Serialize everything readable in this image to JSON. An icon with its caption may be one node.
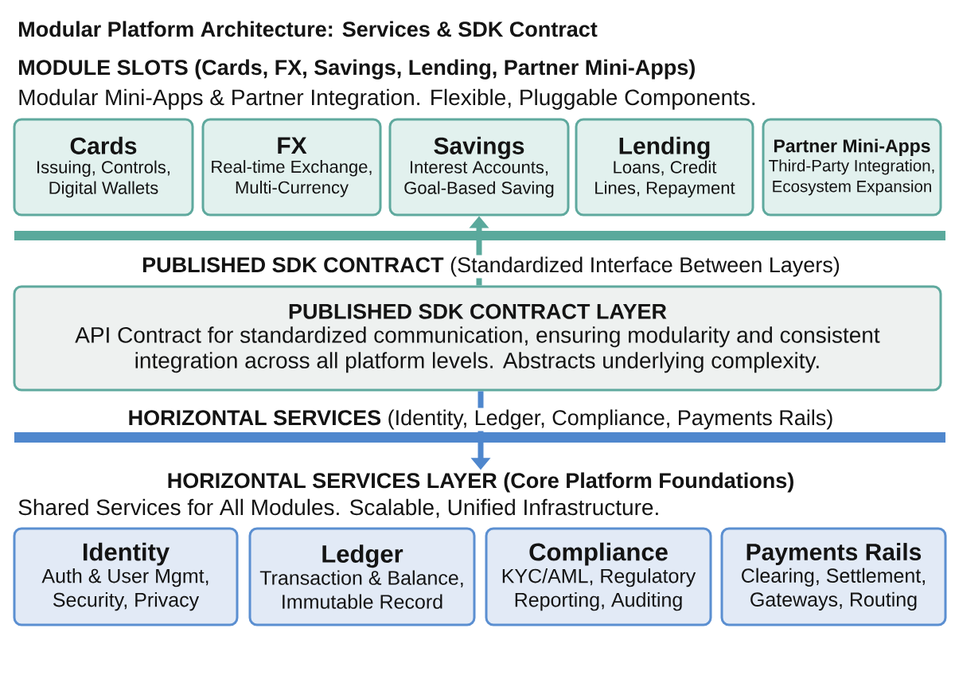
{
  "diagram": {
    "title": "Modular Platform Architecture: Services & SDK Contract",
    "nodes": [
      {
        "text": [
          "Cards",
          "Issuing, Controls, Digital Wallets"
        ]
      },
      {
        "text": [
          "FX",
          "Real-time Exchange, Multi-Currency"
        ]
      },
      {
        "text": [
          "Savings",
          "Interest Accounts, Goal-Based Saving"
        ]
      },
      {
        "text": [
          "Lending",
          "Loans, Credit Lines, Repayment"
        ]
      },
      {
        "text": [
          "Partner Mini-Apps",
          "Third-Party Integration, Ecosystem Expansion"
        ]
      },
      {
        "text": [
          "PUBLISHED SDK CONTRACT LAYER",
          "API Contract for standardized communication, ensuring modularity and consistent integration across all platform levels. Abstracts underlying complexity."
        ]
      },
      {
        "text": [
          "HORIZONTAL SERVICES LAYER (Core Platform Foundations)"
        ]
      },
      {
        "text": [
          "Identity",
          "Auth & User Mgmt, Security, Privacy"
        ]
      },
      {
        "text": [
          "Ledger",
          "Transaction & Balance, Immutable Record"
        ]
      },
      {
        "text": [
          "Compliance",
          "KYC/AML, Regulatory Reporting, Auditing"
        ]
      },
      {
        "text": [
          "Payments Rails",
          "Clearing, Settlement, Gateways, Routing"
        ]
      }
    ],
    "edges": [
      {
        "from": 5,
        "to": 2,
        "arrow": "to",
        "color": "#5aa99c"
      },
      {
        "from": 5,
        "to": 6,
        "arrow": "to",
        "color": "#4f87cd"
      }
    ],
    "labels": [
      "MODULE SLOTS (Cards, FX, Savings, Lending, Partner Mini-Apps)",
      "Modular Mini-Apps & Partner Integration. Flexible, Pluggable Components.",
      "**PUBLISHED SDK CONTRACT** (Standardized Interface Between Layers)",
      "**HORIZONTAL SERVICES** (Identity, Ledger, Compliance, Payments Rails)",
      "Shared Services for All Modules. Scalable, Unified Infrastructure."
    ]
  }
}
